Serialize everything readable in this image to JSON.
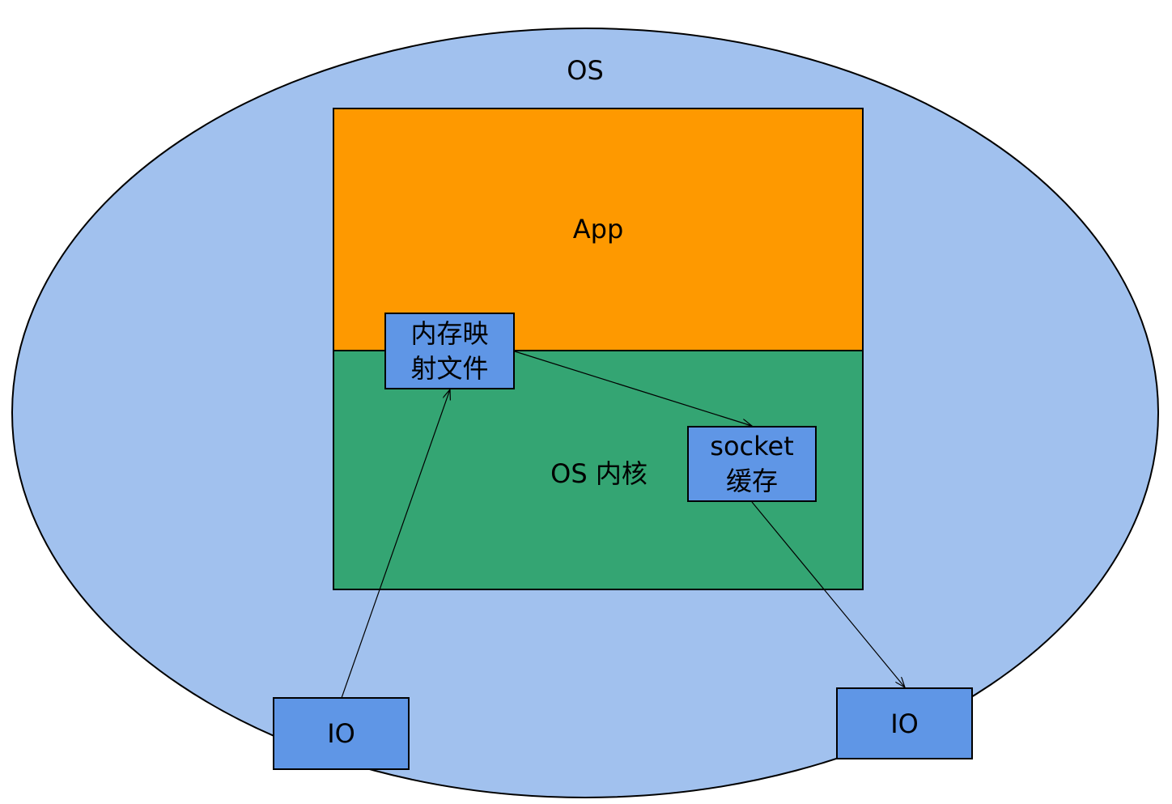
{
  "os_label": "OS",
  "app_label": "App",
  "kernel_label": "OS 内核",
  "mmap_label": "内存映\n射文件",
  "socket_label": "socket\n缓存",
  "io_left_label": "IO",
  "io_right_label": "IO",
  "colors": {
    "os_ellipse": "#a1c1ee",
    "app_region": "#fe9900",
    "kernel_region": "#34a573",
    "node": "#5f96e6",
    "border": "#000000"
  }
}
